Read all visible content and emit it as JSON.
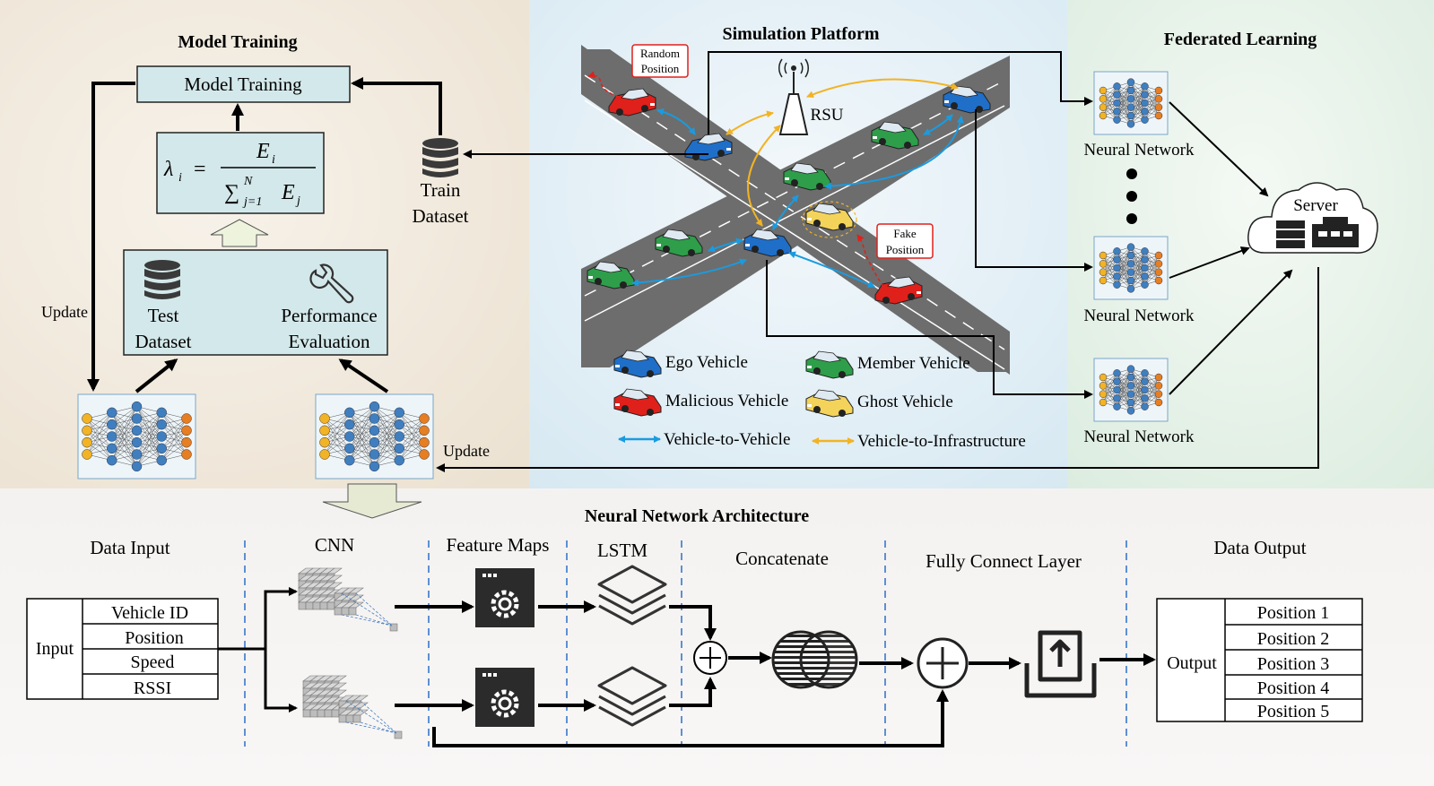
{
  "sections": {
    "model_training": "Model Training",
    "simulation": "Simulation Platform",
    "federated": "Federated Learning",
    "architecture": "Neural Network Architecture"
  },
  "model_training": {
    "box_label": "Model Training",
    "formula_lhs": "λ",
    "formula_lhs_sub": "i",
    "formula_eq": "=",
    "formula_num": "E",
    "formula_num_sub": "i",
    "formula_den": "∑",
    "formula_den_sup": "N",
    "formula_den_sub": "j=1",
    "formula_den_e": "E",
    "formula_den_e_sub": "j",
    "test_dataset": [
      "Test",
      "Dataset"
    ],
    "performance": [
      "Performance",
      "Evaluation"
    ],
    "train_dataset": [
      "Train",
      "Dataset"
    ],
    "update_left": "Update",
    "update_bottom": "Update"
  },
  "simulation": {
    "rsu": "RSU",
    "random_position": [
      "Random",
      "Position"
    ],
    "fake_position": [
      "Fake",
      "Position"
    ],
    "legend": {
      "ego": "Ego Vehicle",
      "member": "Member Vehicle",
      "malicious": "Malicious Vehicle",
      "ghost": "Ghost Vehicle",
      "v2v": "Vehicle-to-Vehicle",
      "v2i": "Vehicle-to-Infrastructure"
    }
  },
  "federated": {
    "nn1": "Neural Network",
    "nn2": "Neural Network",
    "nn3": "Neural Network",
    "server": "Server"
  },
  "architecture": {
    "data_input": "Data Input",
    "cnn": "CNN",
    "feature_maps": "Feature Maps",
    "lstm": "LSTM",
    "concatenate": "Concatenate",
    "fully_connect": "Fully Connect Layer",
    "data_output": "Data Output",
    "input_label": "Input",
    "input_rows": [
      "Vehicle ID",
      "Position",
      "Speed",
      "RSSI"
    ],
    "output_label": "Output",
    "output_rows": [
      "Position 1",
      "Position 2",
      "Position 3",
      "Position 4",
      "Position 5"
    ]
  },
  "colors": {
    "ego": "#1f6fc9",
    "member": "#2e9e4a",
    "malicious": "#e0201b",
    "ghost": "#f3d35a",
    "v2v": "#1a9be0",
    "v2i": "#f2b324",
    "box_fill": "#d3e8ea",
    "road": "#6d6d6d"
  }
}
